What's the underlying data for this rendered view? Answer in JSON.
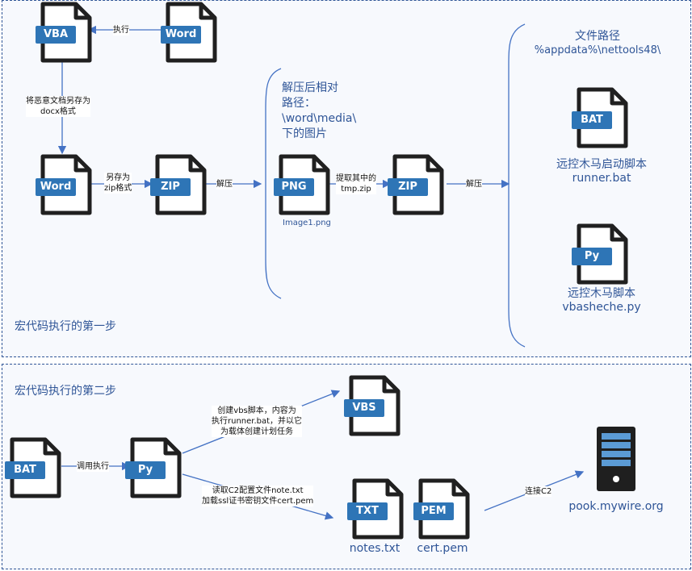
{
  "step1": {
    "title": "宏代码执行的第一步",
    "files": {
      "vba": "VBA",
      "word_top": "Word",
      "word_mid": "Word",
      "zip1": "ZIP",
      "png": "PNG",
      "zip2": "ZIP",
      "bat": "BAT",
      "py": "Py"
    },
    "png_name": "Image1.png",
    "edges": {
      "execute": "执行",
      "save_docx_1": "将恶意文档另存为",
      "save_docx_2": "docx格式",
      "save_zip_1": "另存为",
      "save_zip_2": "zip格式",
      "unzip1": "解压",
      "extract_1": "提取其中的",
      "extract_2": "tmp.zip",
      "unzip2": "解压"
    },
    "path_note": [
      "解压后相对",
      "路径：",
      "\\word\\media\\",
      "下的图片"
    ],
    "file_path_title": "文件路径",
    "file_path": "%appdata%\\nettools48\\",
    "bat_desc": "远控木马启动脚本",
    "bat_name": "runner.bat",
    "py_desc": "远控木马脚本",
    "py_name": "vbasheche.py"
  },
  "step2": {
    "title": "宏代码执行的第二步",
    "files": {
      "bat": "BAT",
      "py": "Py",
      "vbs": "VBS",
      "txt": "TXT",
      "pem": "PEM"
    },
    "edges": {
      "call": "调用执行",
      "vbs_1": "创建vbs脚本，内容为",
      "vbs_2": "执行runner.bat，并以它",
      "vbs_3": "为载体创建计划任务",
      "read_1": "读取C2配置文件note.txt",
      "read_2": "加载ssl证书密钥文件cert.pem",
      "connect": "连接C2"
    },
    "txt_name": "notes.txt",
    "pem_name": "cert.pem",
    "server_name": "pook.mywire.org"
  },
  "colors": {
    "accent": "#2e75b6",
    "text_blue": "#2f5597",
    "arrow": "#4472c4"
  }
}
